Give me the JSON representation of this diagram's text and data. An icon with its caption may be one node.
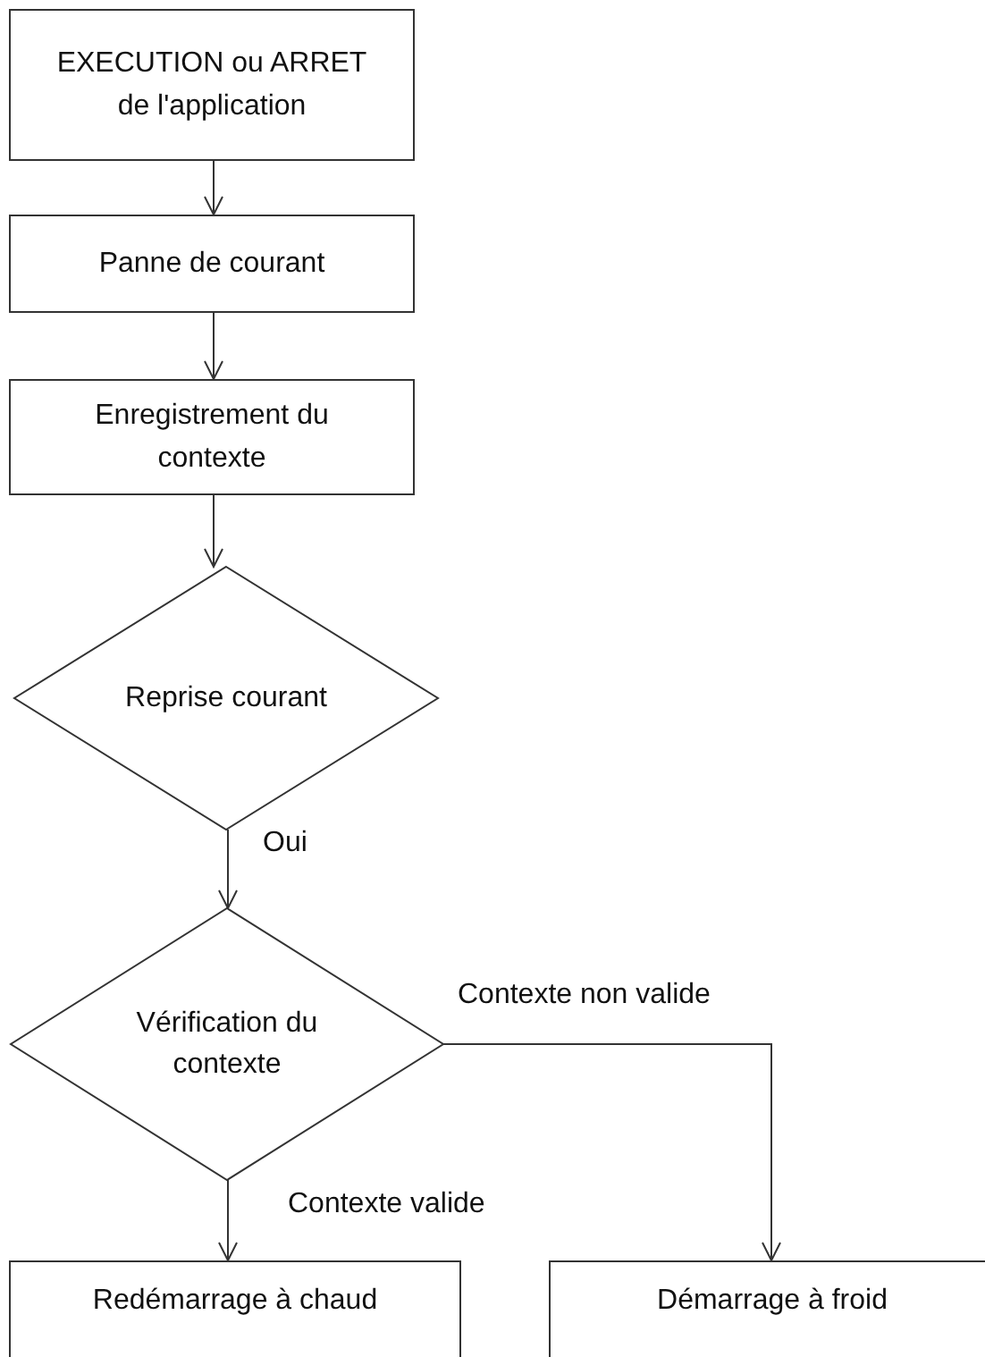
{
  "diagram": {
    "nodes": [
      {
        "text": [
          "EXECUTION ou ARRET de l'application"
        ]
      },
      {
        "text": [
          "Panne de courant"
        ]
      },
      {
        "text": [
          "Enregistrement du contexte"
        ]
      },
      {
        "text": [
          "Reprise courant"
        ]
      },
      {
        "text": [
          "Vérification du contexte"
        ]
      },
      {
        "text": [
          "Redémarrage à chaud"
        ]
      },
      {
        "text": [
          "Démarrage à froid"
        ]
      }
    ],
    "edges": [
      {
        "from": 0,
        "to": 1,
        "arrow": "to"
      },
      {
        "from": 1,
        "to": 2,
        "arrow": "to"
      },
      {
        "from": 2,
        "to": 3,
        "arrow": "to"
      },
      {
        "from": 3,
        "to": 4,
        "label": "Oui",
        "arrow": "to"
      },
      {
        "from": 4,
        "to": 5,
        "label": "Contexte valide",
        "arrow": "to"
      },
      {
        "from": 4,
        "to": 6,
        "label": "Contexte non valide",
        "arrow": "to"
      }
    ]
  }
}
